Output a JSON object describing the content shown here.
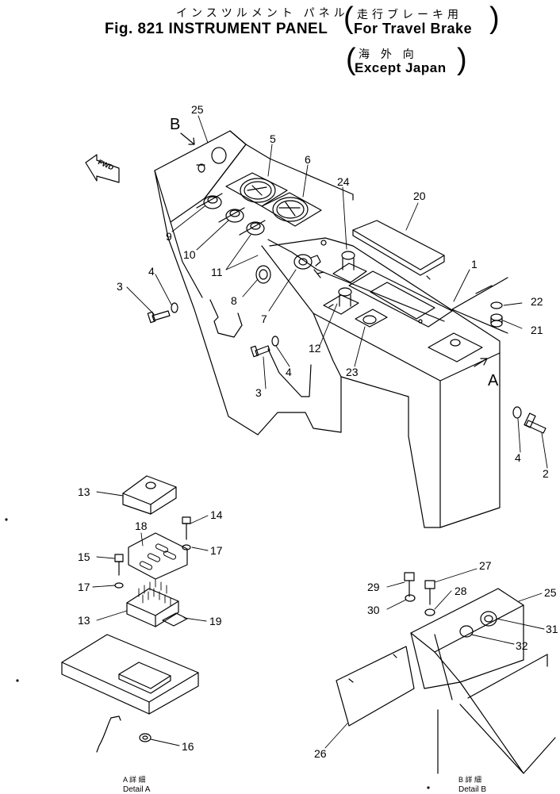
{
  "header": {
    "title_jp": "インスツルメント パネル",
    "title_en": "Fig. 821 INSTRUMENT PANEL",
    "variant_jp": "走行ブレーキ用",
    "variant_en": "For Travel Brake",
    "market_jp": "海 外 向",
    "market_en": "Except Japan"
  },
  "main_view": {
    "view_b_marker": "B",
    "view_a_marker": "A",
    "fwd_label": "FWD"
  },
  "callouts": [
    "25",
    "5",
    "6",
    "24",
    "20",
    "9",
    "10",
    "11",
    "1",
    "3",
    "4",
    "8",
    "7",
    "22",
    "21",
    "12",
    "23",
    "3",
    "4",
    "2",
    "4"
  ],
  "detail_a": {
    "callouts": [
      "13",
      "14",
      "18",
      "15",
      "17",
      "17",
      "13",
      "19",
      "16"
    ],
    "caption_jp": "A 詳 細",
    "caption_en": "Detail A"
  },
  "detail_b": {
    "callouts": [
      "27",
      "29",
      "28",
      "25",
      "30",
      "31",
      "32",
      "26"
    ],
    "caption_jp": "B 詳 細",
    "caption_en": "Detail B"
  },
  "colors": {
    "ink": "#000000",
    "paper": "#ffffff"
  }
}
